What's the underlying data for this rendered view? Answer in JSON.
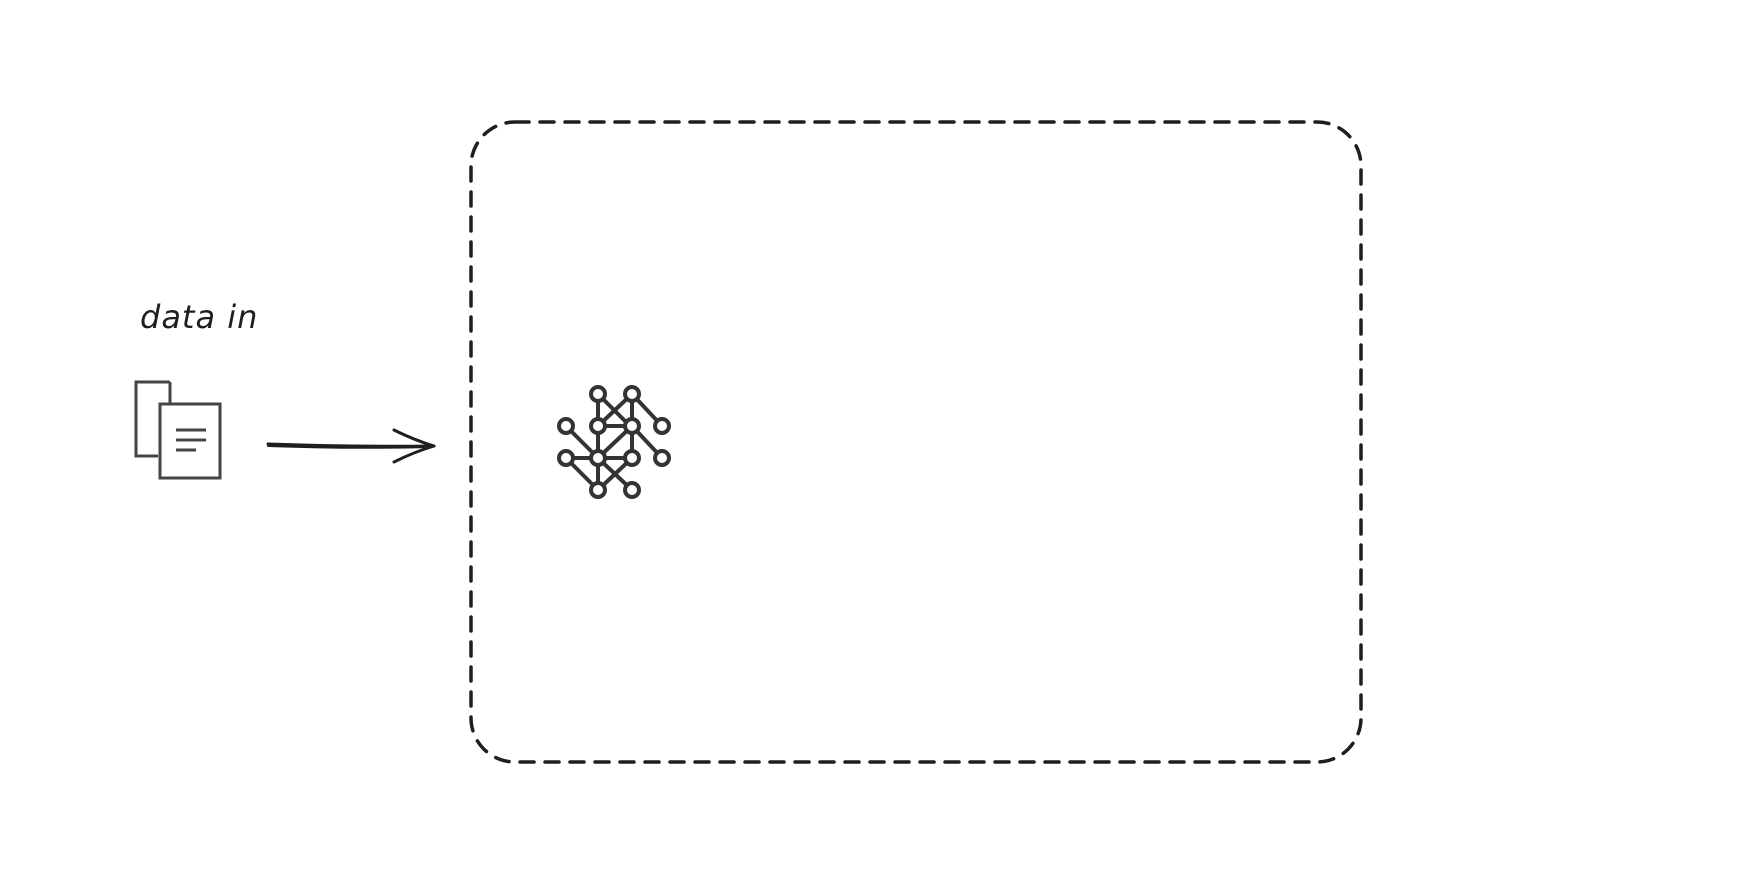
{
  "diagram": {
    "input_label": "data in",
    "input_icon": "documents-icon",
    "connector": "arrow-right",
    "container_style": "dashed-rounded",
    "model_icon": "neural-network-icon",
    "stroke_color": "#1e1e1e",
    "icon_color": "#444444"
  }
}
